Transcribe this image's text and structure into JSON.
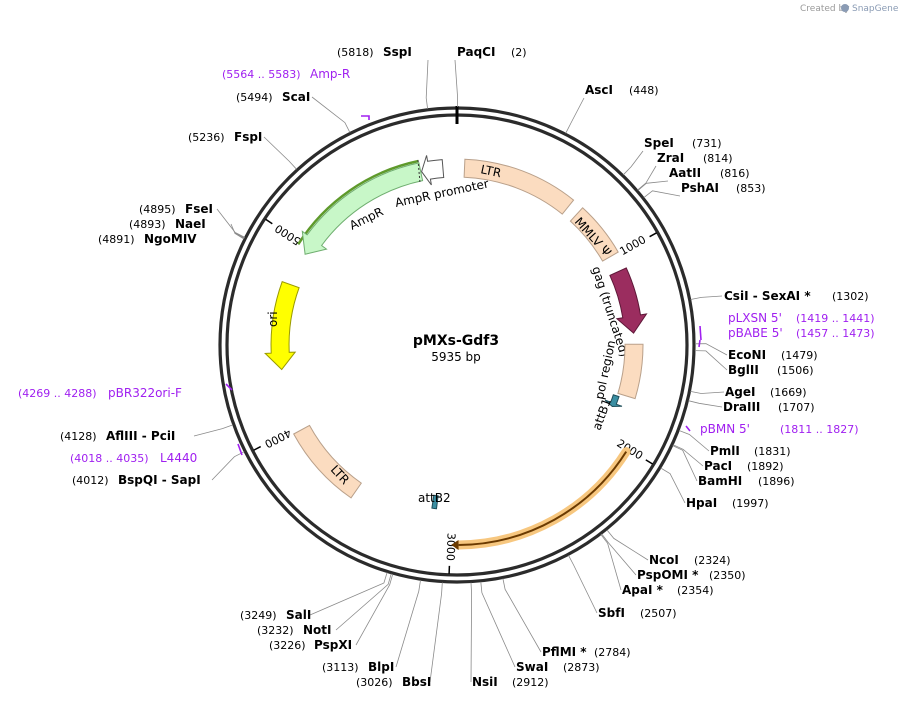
{
  "credit": {
    "prefix": "Created by",
    "brand": "SnapGene"
  },
  "plasmid": {
    "name": "pMXs-Gdf3",
    "size": "5935 bp",
    "length_bp": 5935
  },
  "ticks": [
    {
      "bp": 1000,
      "label": "1000"
    },
    {
      "bp": 2000,
      "label": "2000"
    },
    {
      "bp": 3000,
      "label": "3000"
    },
    {
      "bp": 4000,
      "label": "4000"
    },
    {
      "bp": 5000,
      "label": "5000"
    }
  ],
  "enzymes": [
    {
      "name": "SspI",
      "pos": "(5818)",
      "bp": 5818,
      "side": "left"
    },
    {
      "name": "PaqCI",
      "pos": "(2)",
      "bp": 2,
      "side": "right"
    },
    {
      "name": "AscI",
      "pos": "(448)",
      "bp": 448,
      "side": "right"
    },
    {
      "name": "SpeI",
      "pos": "(731)",
      "bp": 731,
      "side": "right"
    },
    {
      "name": "ZraI",
      "pos": "(814)",
      "bp": 814,
      "side": "right"
    },
    {
      "name": "AatII",
      "pos": "(816)",
      "bp": 816,
      "side": "right"
    },
    {
      "name": "PshAI",
      "pos": "(853)",
      "bp": 853,
      "side": "right"
    },
    {
      "name": "CsiI - SexAI *",
      "pos": "(1302)",
      "bp": 1302,
      "side": "right"
    },
    {
      "name": "EcoNI",
      "pos": "(1479)",
      "bp": 1479,
      "side": "right"
    },
    {
      "name": "BglII",
      "pos": "(1506)",
      "bp": 1506,
      "side": "right"
    },
    {
      "name": "AgeI",
      "pos": "(1669)",
      "bp": 1669,
      "side": "right"
    },
    {
      "name": "DraIII",
      "pos": "(1707)",
      "bp": 1707,
      "side": "right"
    },
    {
      "name": "PmlI",
      "pos": "(1831)",
      "bp": 1831,
      "side": "right"
    },
    {
      "name": "PacI",
      "pos": "(1892)",
      "bp": 1892,
      "side": "right"
    },
    {
      "name": "BamHI",
      "pos": "(1896)",
      "bp": 1896,
      "side": "right"
    },
    {
      "name": "HpaI",
      "pos": "(1997)",
      "bp": 1997,
      "side": "right"
    },
    {
      "name": "NcoI",
      "pos": "(2324)",
      "bp": 2324,
      "side": "right"
    },
    {
      "name": "PspOMI *",
      "pos": "(2350)",
      "bp": 2350,
      "side": "right"
    },
    {
      "name": "ApaI *",
      "pos": "(2354)",
      "bp": 2354,
      "side": "right"
    },
    {
      "name": "SbfI",
      "pos": "(2507)",
      "bp": 2507,
      "side": "right"
    },
    {
      "name": "PflMI *",
      "pos": "(2784)",
      "bp": 2784,
      "side": "right"
    },
    {
      "name": "SwaI",
      "pos": "(2873)",
      "bp": 2873,
      "side": "right"
    },
    {
      "name": "NsiI",
      "pos": "(2912)",
      "bp": 2912,
      "side": "right"
    },
    {
      "name": "BbsI",
      "pos": "(3026)",
      "bp": 3026,
      "side": "left"
    },
    {
      "name": "BlpI",
      "pos": "(3113)",
      "bp": 3113,
      "side": "left"
    },
    {
      "name": "PspXI",
      "pos": "(3226)",
      "bp": 3226,
      "side": "left"
    },
    {
      "name": "NotI",
      "pos": "(3232)",
      "bp": 3232,
      "side": "left"
    },
    {
      "name": "SalI",
      "pos": "(3249)",
      "bp": 3249,
      "side": "left"
    },
    {
      "name": "BspQI - SapI",
      "pos": "(4012)",
      "bp": 4012,
      "side": "left"
    },
    {
      "name": "AflIII - PciI",
      "pos": "(4128)",
      "bp": 4128,
      "side": "left"
    },
    {
      "name": "NgoMIV",
      "pos": "(4891)",
      "bp": 4891,
      "side": "left"
    },
    {
      "name": "NaeI",
      "pos": "(4893)",
      "bp": 4893,
      "side": "left"
    },
    {
      "name": "FseI",
      "pos": "(4895)",
      "bp": 4895,
      "side": "left"
    },
    {
      "name": "FspI",
      "pos": "(5236)",
      "bp": 5236,
      "side": "left"
    },
    {
      "name": "ScaI",
      "pos": "(5494)",
      "bp": 5494,
      "side": "left"
    }
  ],
  "primers": [
    {
      "name": "Amp-R",
      "range": "(5564 .. 5583)",
      "bp": 5573,
      "side": "left"
    },
    {
      "name": "pLXSN 5'",
      "range": "(1419 .. 1441)",
      "bp": 1430,
      "side": "right"
    },
    {
      "name": "pBABE 5'",
      "range": "(1457 .. 1473)",
      "bp": 1465,
      "side": "right"
    },
    {
      "name": "pBMN 5'",
      "range": "(1811 .. 1827)",
      "bp": 1819,
      "side": "right"
    },
    {
      "name": "pBR322ori-F",
      "range": "(4269 .. 4288)",
      "bp": 4278,
      "side": "left"
    },
    {
      "name": "L4440",
      "range": "(4018 .. 4035)",
      "bp": 4026,
      "side": "left"
    }
  ],
  "features": [
    {
      "label": "LTR",
      "color": "#fbdcc0"
    },
    {
      "label": "MMLV Ψ",
      "color": "#fbdcc0"
    },
    {
      "label": "gag (truncated)",
      "color": "#9b2d5f"
    },
    {
      "label": "pol region",
      "color": "#fbdcc0"
    },
    {
      "label": "attB1",
      "color": "#3b8fa3"
    },
    {
      "label": "attB2",
      "color": "#3b8fa3"
    },
    {
      "label": "LTR",
      "color": "#fbdcc0"
    },
    {
      "label": "ori",
      "color": "#ffff00"
    },
    {
      "label": "AmpR",
      "color": "#c8f7c8"
    },
    {
      "label": "AmpR promoter",
      "color": "#ffffff"
    }
  ],
  "colors": {
    "backbone": "#2b2b2b",
    "primer": "#a020f0",
    "selected_outline": "#f7c77f",
    "ampr_outline": "#5e9a2b"
  }
}
